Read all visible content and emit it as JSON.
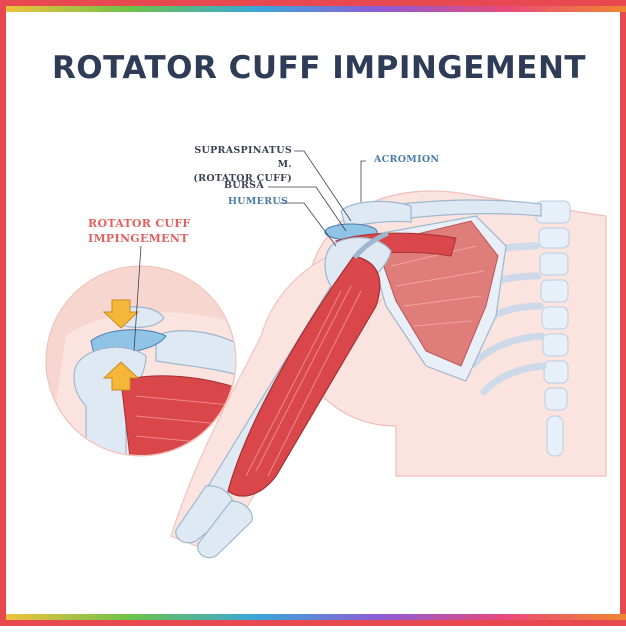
{
  "title": "ROTATOR CUFF IMPINGEMENT",
  "labels": {
    "supraspinatus_line1": "SUPRASPINATUS M.",
    "supraspinatus_line2": "(ROTATOR CUFF)",
    "acromion": "ACROMION",
    "bursa": "BURSA",
    "humerus": "HUMERUS",
    "inset_line1": "ROTATOR CUFF",
    "inset_line2": "IMPINGEMENT"
  },
  "colors": {
    "frame": "#e8484f",
    "title": "#2f3c57",
    "muscle": "#d9474a",
    "bone": "#dfe9f3",
    "bursa": "#8fc4e6",
    "arrow": "#f6b63a",
    "inset_bg": "#f7d6d0"
  }
}
